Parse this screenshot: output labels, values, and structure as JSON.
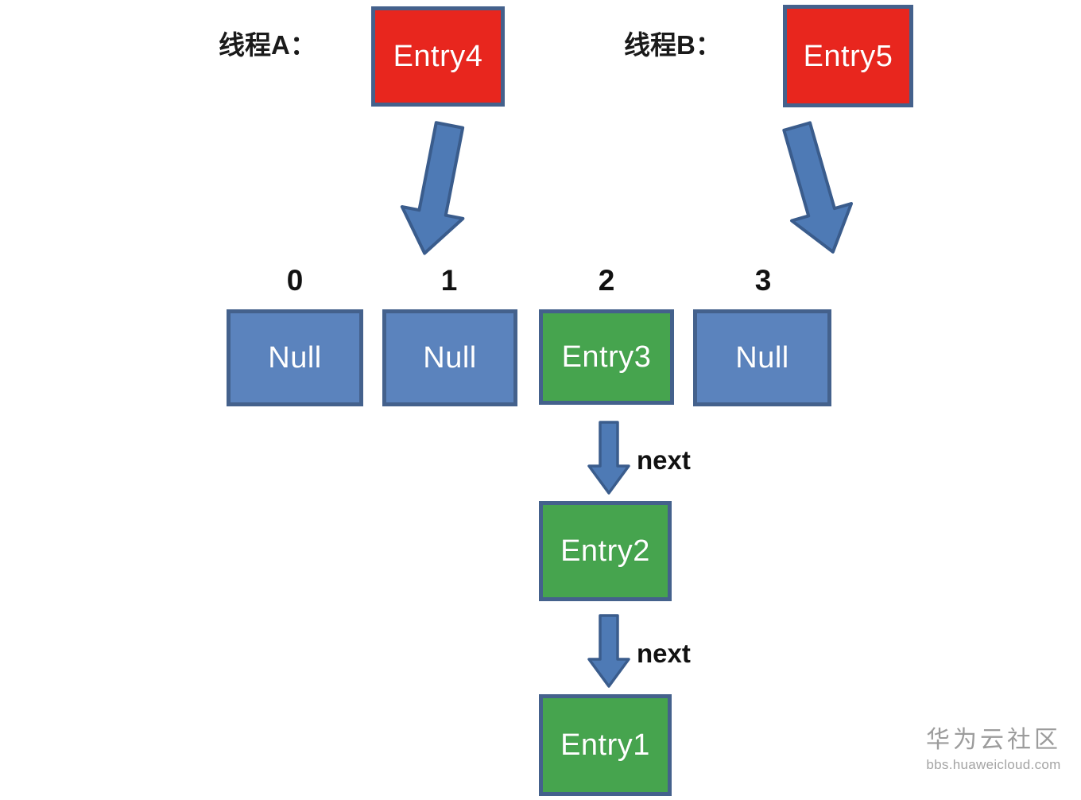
{
  "diagram": {
    "title": "HashMap concurrent put collision diagram",
    "colors": {
      "entry_new": "#E8261E",
      "entry_existing": "#46A44E",
      "bucket_null": "#5B83BD",
      "border": "#44618C",
      "arrow_fill": "#4E7AB5",
      "arrow_stroke": "#3A5C8C",
      "text_dark": "#111111",
      "watermark": "#9a9a9a"
    },
    "threads": [
      {
        "label": "线程A：",
        "entry": "Entry4"
      },
      {
        "label": "线程B：",
        "entry": "Entry5"
      }
    ],
    "bucket_indices": [
      "0",
      "1",
      "2",
      "3"
    ],
    "buckets": [
      {
        "index": "0",
        "value": "Null",
        "kind": "null"
      },
      {
        "index": "1",
        "value": "Null",
        "kind": "null"
      },
      {
        "index": "2",
        "value": "Entry3",
        "kind": "entry"
      },
      {
        "index": "3",
        "value": "Null",
        "kind": "null"
      }
    ],
    "chain": [
      {
        "value": "Entry2",
        "link_label": "next"
      },
      {
        "value": "Entry1",
        "link_label": "next"
      }
    ],
    "link_labels": [
      "next",
      "next"
    ],
    "watermark": {
      "brand": "华为云社区",
      "url": "bbs.huaweicloud.com"
    }
  }
}
